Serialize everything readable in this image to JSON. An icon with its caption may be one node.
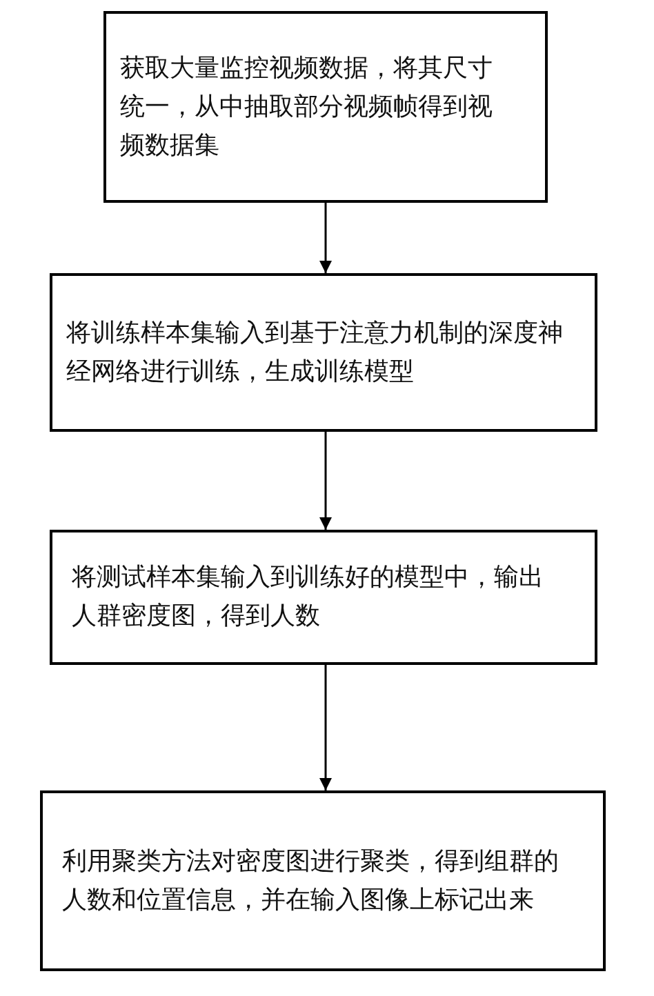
{
  "diagram": {
    "nodes": [
      {
        "text": [
          "获取大量监控视频数据，将其尺寸统一，从中抽取部分视频帧得到视频数据集"
        ]
      },
      {
        "text": [
          "将训练样本集输入到基于注意力机制的深度神经网络进行训练，生成训练模型"
        ]
      },
      {
        "text": [
          "将测试样本集输入到训练好的模型中，输出人群密度图，得到人数"
        ]
      },
      {
        "text": [
          "利用聚类方法对密度图进行聚类，得到组群的人数和位置信息，并在输入图像上标记出来"
        ]
      }
    ],
    "edges": [
      {
        "from": 0,
        "to": 1,
        "arrow": "to"
      },
      {
        "from": 1,
        "to": 2,
        "arrow": "to"
      },
      {
        "from": 2,
        "to": 3,
        "arrow": "to"
      }
    ]
  }
}
